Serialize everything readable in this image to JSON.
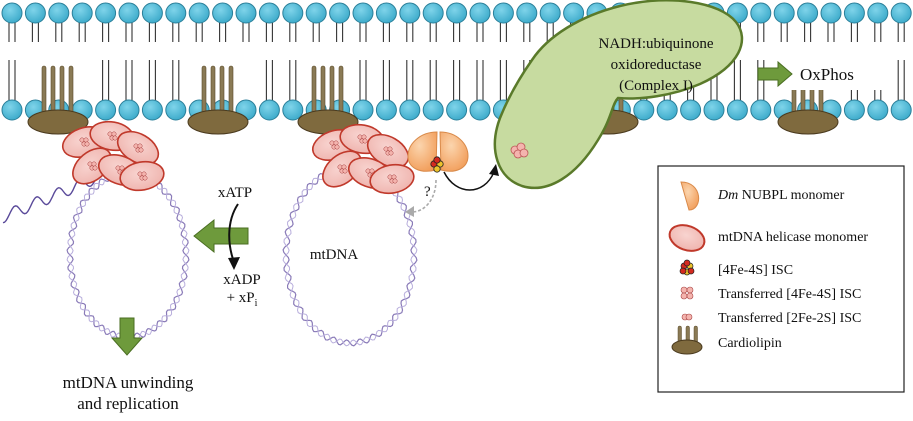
{
  "title": "",
  "complex_label": {
    "line1": "NADH:ubiquinone",
    "line2": "oxidoreductase",
    "line3": "(Complex I)"
  },
  "oxphos_label": "OxPhos",
  "question_mark": "?",
  "mtdna_label": "mtDNA",
  "reaction": {
    "input": "xATP",
    "output1": "xADP",
    "output2_prefix": "+ xP",
    "output2_sub": "i"
  },
  "outcome": {
    "line1": "mtDNA unwinding",
    "line2": "and replication"
  },
  "legend": {
    "items": [
      {
        "icon": "nubpl-monomer-icon",
        "italic": "Dm",
        "text": " NUBPL monomer"
      },
      {
        "icon": "helicase-monomer-icon",
        "italic": "",
        "text": "mtDNA helicase monomer"
      },
      {
        "icon": "fe4s-cluster-icon",
        "italic": "",
        "text": "[4Fe-4S] ISC"
      },
      {
        "icon": "transferred-fe4s-icon",
        "italic": "",
        "text": "Transferred [4Fe-4S] ISC"
      },
      {
        "icon": "transferred-fe2s-icon",
        "italic": "",
        "text": "Transferred [2Fe-2S] ISC"
      },
      {
        "icon": "cardiolipin-icon",
        "italic": "",
        "text": "Cardiolipin"
      }
    ]
  },
  "colors": {
    "lipid_head": "#49b9d8",
    "lipid_head_stroke": "#2b7f99",
    "cardiolipin": "#7f6a3e",
    "cardiolipin_tail": "#8a7a55",
    "complex_fill": "#c7dba0",
    "complex_stroke": "#5a7a2a",
    "helicase_fill": "#f2c4c0",
    "helicase_stroke": "#c0392b",
    "nubpl_fill": "#f6bd8a",
    "arrow_green": "#6e9a3c",
    "dna": "#8a7bb8"
  }
}
